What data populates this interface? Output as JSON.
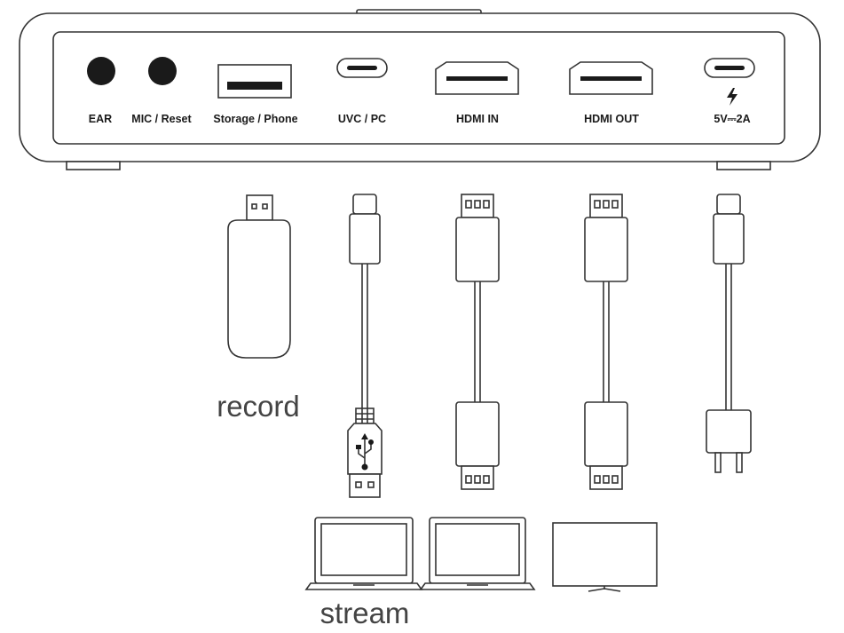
{
  "device": {
    "ports": [
      {
        "id": "ear",
        "label": "EAR"
      },
      {
        "id": "mic",
        "label": "MIC / Reset"
      },
      {
        "id": "storage",
        "label": "Storage / Phone"
      },
      {
        "id": "uvc",
        "label": "UVC / PC"
      },
      {
        "id": "hdmi_in",
        "label": "HDMI IN"
      },
      {
        "id": "hdmi_out",
        "label": "HDMI OUT"
      },
      {
        "id": "power",
        "label": "5V⎓2A",
        "icon": "lightning-icon"
      }
    ]
  },
  "labels": {
    "record": "record",
    "stream": "stream"
  },
  "colors": {
    "line": "#333333",
    "text": "#1a1a1a",
    "big_text": "#444444"
  }
}
